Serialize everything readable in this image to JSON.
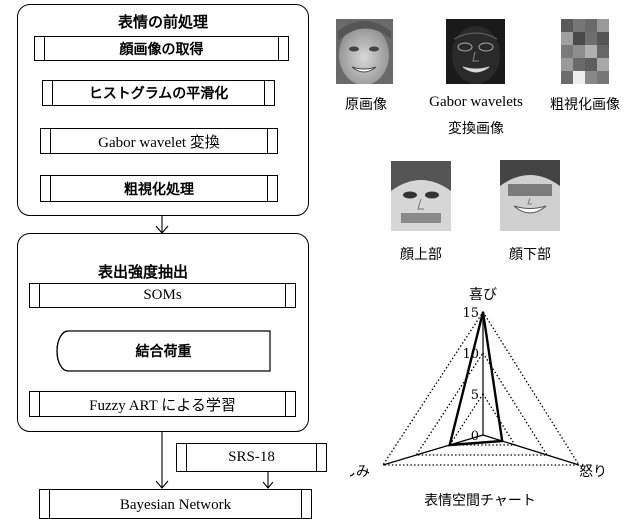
{
  "preprocess": {
    "title": "表情の前処理",
    "steps": [
      "顔画像の取得",
      "ヒストグラムの平滑化",
      "Gabor wavelet 変換",
      "粗視化処理"
    ]
  },
  "extraction": {
    "title": "表出強度抽出",
    "soms": "SOMs",
    "weights": "結合荷重",
    "fuzzy": "Fuzzy ART による学習"
  },
  "srs": "SRS-18",
  "bayes": "Bayesian Network",
  "images": {
    "original": "原画像",
    "gabor_line1": "Gabor wavelets",
    "gabor_line2": "変換画像",
    "coarse": "粗視化画像",
    "upper": "顔上部",
    "lower": "顔下部"
  },
  "chart_data": {
    "type": "radar",
    "axes": [
      "喜び",
      "怒り",
      "悲しみ"
    ],
    "ticks": [
      0,
      5,
      10,
      15
    ],
    "rmax": 15,
    "series": [
      {
        "values": [
          15,
          3,
          5
        ]
      }
    ],
    "title": "表情空間チャート"
  }
}
